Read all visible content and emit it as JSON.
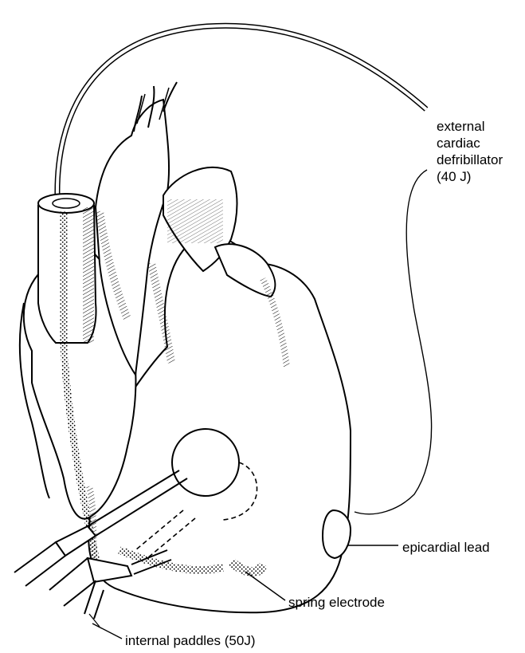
{
  "labels": {
    "defibrillator": [
      "external",
      "cardiac",
      "defribillator",
      "(40 J)"
    ],
    "epicardial_lead": "epicardial lead",
    "spring_electrode": "spring electrode",
    "internal_paddles": "internal paddles (50J)"
  },
  "colors": {
    "ink": "#000000",
    "paper": "#ffffff"
  }
}
